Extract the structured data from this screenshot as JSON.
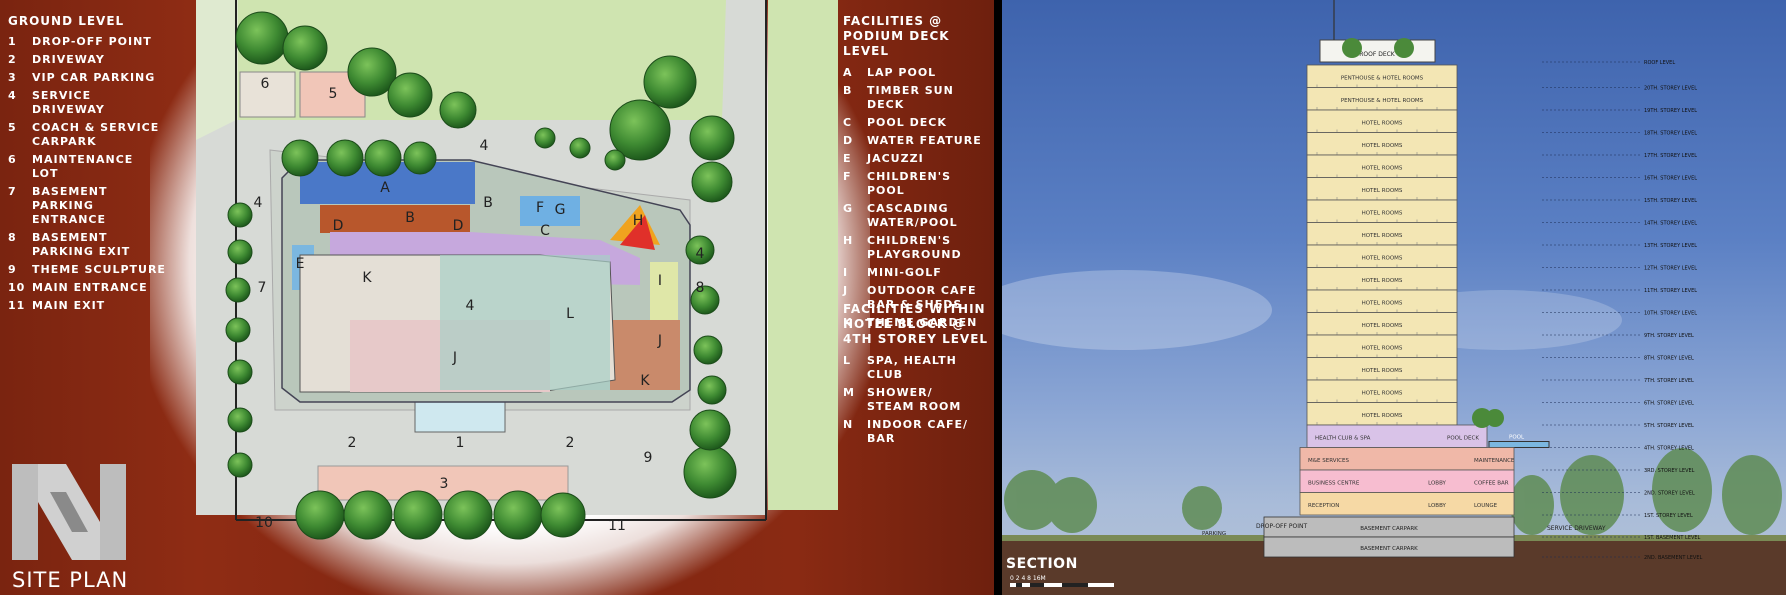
{
  "site_plan": {
    "title": "SITE PLAN",
    "ground_level": {
      "heading": "GROUND LEVEL",
      "items": [
        {
          "key": "1",
          "label": "DROP-OFF POINT"
        },
        {
          "key": "2",
          "label": "DRIVEWAY"
        },
        {
          "key": "3",
          "label": "VIP CAR PARKING"
        },
        {
          "key": "4",
          "label": "SERVICE DRIVEWAY"
        },
        {
          "key": "5",
          "label": "COACH & SERVICE\nCARPARK"
        },
        {
          "key": "6",
          "label": "MAINTENANCE\nLOT"
        },
        {
          "key": "7",
          "label": "BASEMENT\nPARKING ENTRANCE"
        },
        {
          "key": "8",
          "label": "BASEMENT\nPARKING EXIT"
        },
        {
          "key": "9",
          "label": "THEME SCULPTURE"
        },
        {
          "key": "10",
          "label": "MAIN ENTRANCE"
        },
        {
          "key": "11",
          "label": "MAIN EXIT"
        }
      ]
    },
    "podium_level": {
      "heading": "FACILITIES @\nPODIUM DECK LEVEL",
      "items": [
        {
          "key": "A",
          "label": "LAP POOL"
        },
        {
          "key": "B",
          "label": "TIMBER SUN DECK"
        },
        {
          "key": "C",
          "label": "POOL DECK"
        },
        {
          "key": "D",
          "label": "WATER FEATURE"
        },
        {
          "key": "E",
          "label": "JACUZZI"
        },
        {
          "key": "F",
          "label": "CHILDREN'S POOL"
        },
        {
          "key": "G",
          "label": "CASCADING\nWATER/POOL"
        },
        {
          "key": "H",
          "label": "CHILDREN'S\nPLAYGROUND"
        },
        {
          "key": "I",
          "label": "MINI-GOLF"
        },
        {
          "key": "J",
          "label": "OUTDOOR CAFE\nBAR & SHEDS"
        },
        {
          "key": "K",
          "label": "THEME GARDEN"
        }
      ]
    },
    "hotel_level": {
      "heading": "FACILITIES WITHIN\nHOTEL BLOCK @\n4TH STOREY LEVEL",
      "items": [
        {
          "key": "L",
          "label": "SPA, HEALTH CLUB"
        },
        {
          "key": "M",
          "label": "SHOWER/\nSTEAM ROOM"
        },
        {
          "key": "N",
          "label": "INDOOR CAFE/ BAR"
        }
      ]
    },
    "plan_labels": [
      "A",
      "B",
      "B",
      "C",
      "D",
      "D",
      "E",
      "F",
      "G",
      "H",
      "I",
      "J",
      "J",
      "K",
      "K",
      "L",
      "1",
      "2",
      "2",
      "3",
      "4",
      "4",
      "4",
      "4",
      "5",
      "6",
      "7",
      "8",
      "9",
      "10",
      "11"
    ]
  },
  "section": {
    "title": "SECTION",
    "scale_ticks": [
      "0",
      "2",
      "4",
      "8",
      "16M"
    ],
    "roof_deck": "ROOF DECK",
    "penthouse_floors": [
      "PENTHOUSE & HOTEL ROOMS",
      "PENTHOUSE & HOTEL ROOMS"
    ],
    "hotel_rooms_label": "HOTEL ROOMS",
    "hotel_room_floor_count": 14,
    "podium_floors": [
      {
        "left": "HEALTH CLUB & SPA",
        "right": "POOL DECK",
        "extra": "POOL"
      },
      {
        "left": "M&E SERVICES",
        "right": "MAINTENANCE"
      },
      {
        "left": "BUSINESS CENTRE",
        "mid": "LOBBY",
        "right": "COFFEE BAR"
      },
      {
        "left": "RECEPTION",
        "mid": "LOBBY",
        "right": "LOUNGE"
      }
    ],
    "basement_floors": [
      "BASEMENT CARPARK",
      "BASEMENT CARPARK"
    ],
    "site_labels": {
      "drop_off": "DROP-OFF POINT",
      "parking": "PARKING",
      "service": "SERVICE DRIVEWAY"
    },
    "level_labels": [
      "ROOF LEVEL",
      "20TH. STOREY LEVEL",
      "19TH. STOREY LEVEL",
      "18TH. STOREY LEVEL",
      "17TH. STOREY LEVEL",
      "16TH. STOREY LEVEL",
      "15TH. STOREY LEVEL",
      "14TH. STOREY LEVEL",
      "13TH. STOREY LEVEL",
      "12TH. STOREY LEVEL",
      "11TH. STOREY LEVEL",
      "10TH. STOREY LEVEL",
      "9TH. STOREY LEVEL",
      "8TH. STOREY LEVEL",
      "7TH. STOREY LEVEL",
      "6TH. STOREY LEVEL",
      "5TH. STOREY LEVEL",
      "4TH. STOREY LEVEL",
      "3RD. STOREY LEVEL",
      "2ND. STOREY LEVEL",
      "1ST. STOREY LEVEL",
      "1ST. BASEMENT LEVEL",
      "2ND. BASEMENT LEVEL"
    ]
  },
  "colors": {
    "background": "#7f2611",
    "tower": "#f3e6b4",
    "spa": "#d9c3e8",
    "services": "#f0b8a8",
    "business": "#f7bdd0",
    "ground": "#f6d9a5",
    "basement": "#bcbcbc",
    "pool": "#7bb7e0",
    "lawn": "#cfe4b0",
    "tree": "#3e8a32"
  }
}
